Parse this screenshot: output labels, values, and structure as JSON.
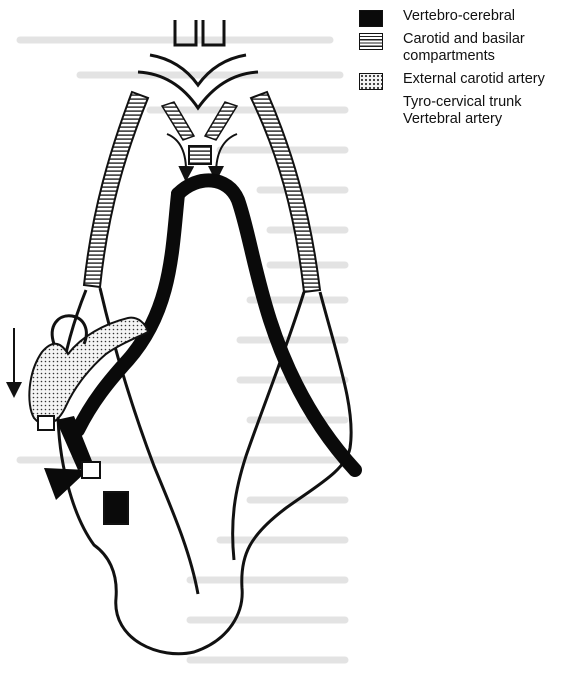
{
  "legend": {
    "items": [
      {
        "label": "Vertebro-cerebral",
        "pattern": "solid"
      },
      {
        "label": "Carotid and basilar compartments",
        "pattern": "striped"
      },
      {
        "label": "External carotid artery",
        "pattern": "dotted"
      },
      {
        "label": "Tyro-cervical trunk",
        "pattern": "none"
      },
      {
        "label": "Vertebral artery",
        "pattern": "none"
      }
    ]
  },
  "colors": {
    "ink": "#111111",
    "background": "#ffffff",
    "text_texture": "#d7d7d7"
  }
}
